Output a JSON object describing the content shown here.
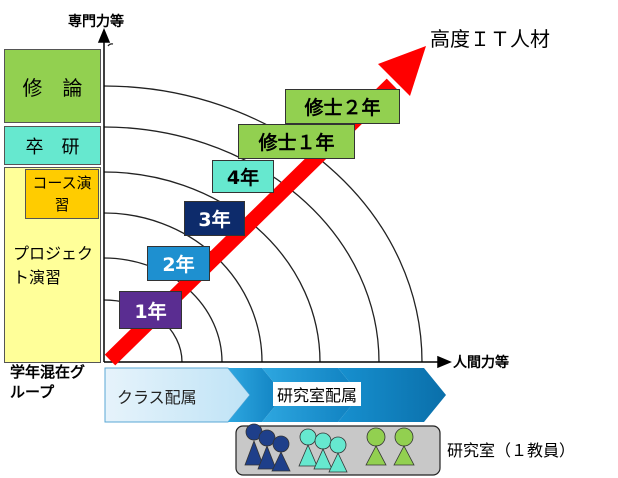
{
  "axes": {
    "y_label": "専門力等",
    "x_label": "人間力等",
    "goal_label": "高度ＩＴ人材"
  },
  "left_column": {
    "thesis": "修　論",
    "graduation_research": "卒　研",
    "course_practice": "コース演習",
    "project_practice": "プロジェクト演習",
    "mixed_group": "学年混在グループ"
  },
  "stages": [
    {
      "label": "1年",
      "color": "#5a2d91"
    },
    {
      "label": "2年",
      "color": "#1e90d0"
    },
    {
      "label": "3年",
      "color": "#0d2b6b"
    },
    {
      "label": "4年",
      "color": "#66e8cf"
    },
    {
      "label": "修士１年",
      "color": "#92d050"
    },
    {
      "label": "修士２年",
      "color": "#92d050"
    }
  ],
  "affiliation": {
    "class_label": "クラス配属",
    "lab_label": "研究室配属"
  },
  "lab": {
    "label": "研究室（１教員）"
  },
  "colors": {
    "arrow": "#ff0000",
    "lime": "#92d050",
    "teal": "#66e8cf",
    "yellow": "#ffff99"
  }
}
